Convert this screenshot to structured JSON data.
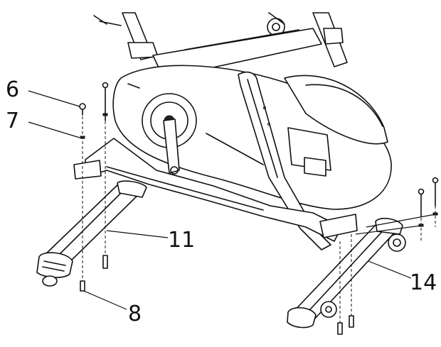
{
  "callouts": {
    "c6": "6",
    "c7": "7",
    "c8": "8",
    "c11": "11",
    "c14": "14"
  },
  "style": {
    "ink": "#111111",
    "paper": "#ffffff"
  }
}
